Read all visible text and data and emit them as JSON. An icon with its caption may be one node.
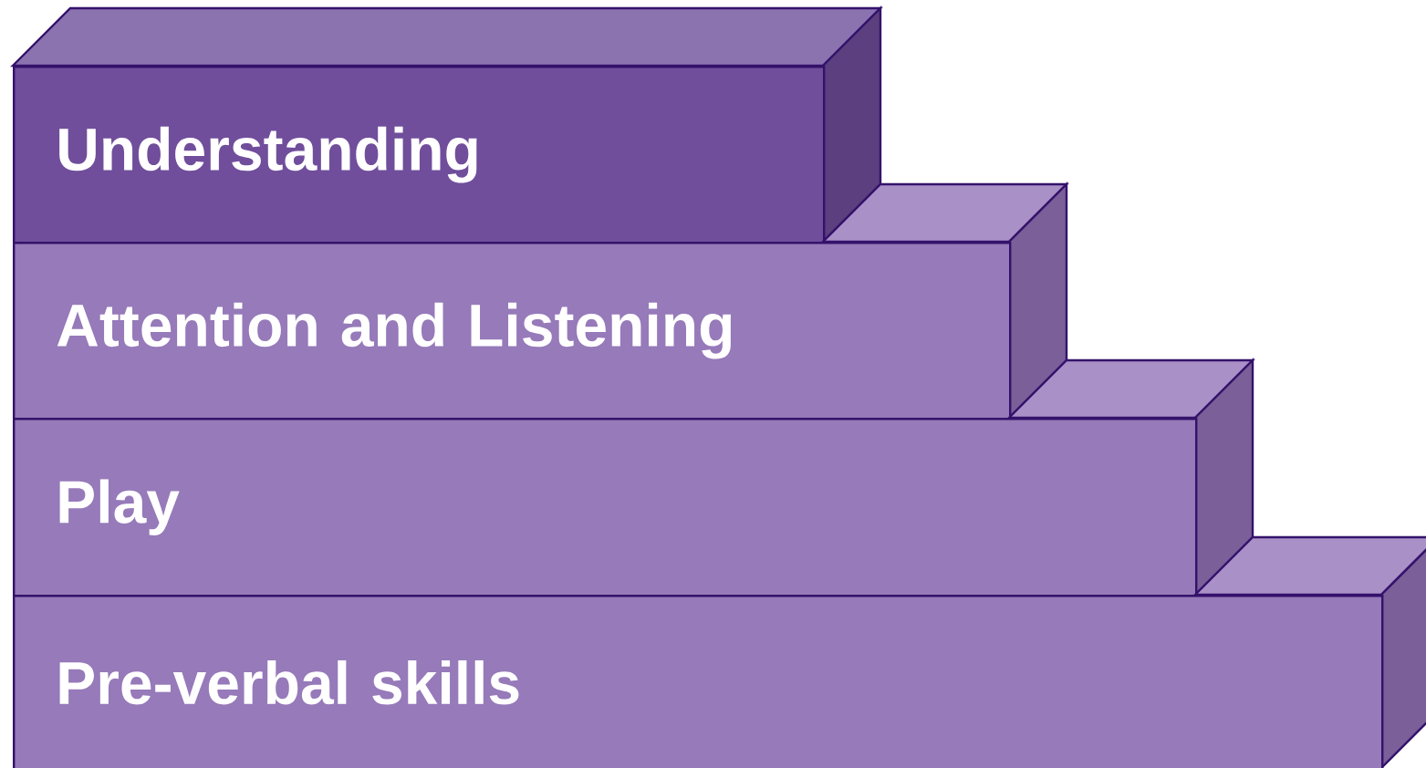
{
  "diagram": {
    "nodes": [
      {
        "text": [
          "Understanding"
        ]
      },
      {
        "text": [
          "Attention and Listening"
        ]
      },
      {
        "text": [
          "Play"
        ]
      },
      {
        "text": [
          "Pre-verbal skills"
        ]
      }
    ]
  }
}
